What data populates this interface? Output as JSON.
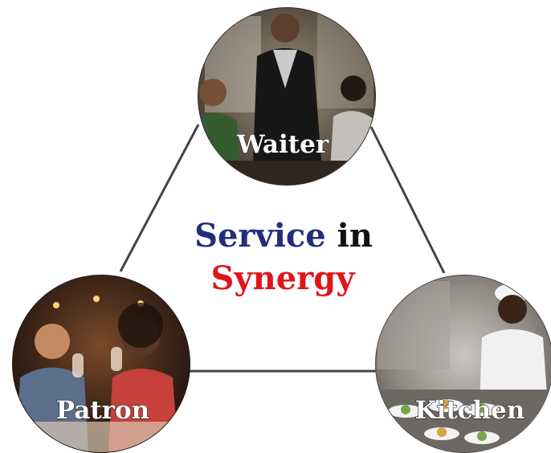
{
  "title": {
    "line1_part1": "Service",
    "line1_part2": "in",
    "line2": "Synergy"
  },
  "nodes": {
    "top": {
      "label": "Waiter",
      "image": "waiter-serving-guests-photo"
    },
    "left": {
      "label": "Patron",
      "image": "diners-toasting-photo"
    },
    "right": {
      "label": "Kitchen",
      "image": "chef-plating-food-photo"
    }
  },
  "colors": {
    "service": "#1f2f7a",
    "in": "#111111",
    "synergy": "#e0151b",
    "connector": "#444444",
    "label_fill": "#ffffff"
  }
}
